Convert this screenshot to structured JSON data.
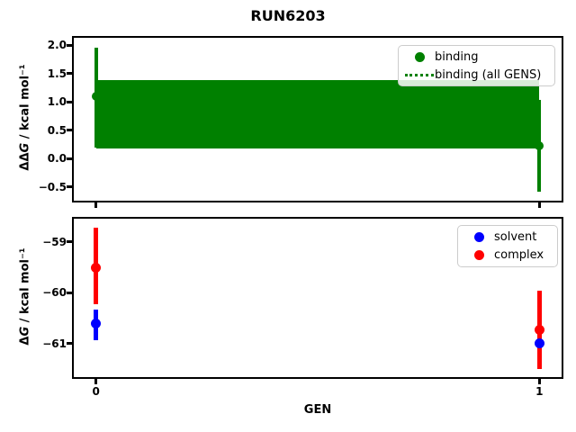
{
  "title": "RUN6203",
  "colors": {
    "binding": "#008000",
    "solvent": "#0000ff",
    "complex": "#ff0000",
    "axes": "#000000",
    "legend_border": "#cccccc"
  },
  "chart_data": [
    {
      "type": "errorbar",
      "title": "RUN6203",
      "ylabel": "ΔΔG / kcal mol⁻¹",
      "ylabel_parts": {
        "prefix": "ΔΔ",
        "italic": "G",
        "suffix": " / kcal mol⁻¹"
      },
      "xlabel": "",
      "xlim": [
        -0.05,
        1.05
      ],
      "ylim": [
        -0.74,
        2.13
      ],
      "grid": false,
      "yticks": [
        {
          "value": 2.0,
          "label": "2.0"
        },
        {
          "value": 1.5,
          "label": "1.5"
        },
        {
          "value": 1.0,
          "label": "1.0"
        },
        {
          "value": 0.5,
          "label": "0.5"
        },
        {
          "value": 0.0,
          "label": "0.0"
        },
        {
          "value": -0.5,
          "label": "−0.5"
        }
      ],
      "xticks": [
        {
          "value": 0,
          "label": ""
        },
        {
          "value": 1,
          "label": ""
        }
      ],
      "series": [
        {
          "name": "binding",
          "color": "#008000",
          "points": [
            {
              "x": 0,
              "y": 1.1,
              "err_lo": 0.2,
              "err_hi": 1.95
            },
            {
              "x": 1,
              "y": 0.23,
              "err_lo": -0.58,
              "err_hi": 1.04
            }
          ]
        }
      ],
      "band": {
        "name": "binding (all GENS)",
        "color": "#008000",
        "x_start": 0,
        "x_end": 1,
        "y_lo": 0.18,
        "y_hi": 1.38,
        "mean": 0.78,
        "line_style": "dotted"
      },
      "legend_position": "upper right",
      "legend": [
        {
          "label": "binding",
          "color": "#008000",
          "marker": "dot"
        },
        {
          "label": "binding (all GENS)",
          "color": "#008000",
          "marker": "dotted-line"
        }
      ]
    },
    {
      "type": "errorbar",
      "xlabel": "GEN",
      "ylabel": "ΔG / kcal mol⁻¹",
      "ylabel_parts": {
        "prefix": "Δ",
        "italic": "G",
        "suffix": " / kcal mol⁻¹"
      },
      "xlim": [
        -0.05,
        1.05
      ],
      "ylim": [
        -61.66,
        -58.54
      ],
      "grid": false,
      "yticks": [
        {
          "value": -59,
          "label": "−59"
        },
        {
          "value": -60,
          "label": "−60"
        },
        {
          "value": -61,
          "label": "−61"
        }
      ],
      "xticks": [
        {
          "value": 0,
          "label": "0"
        },
        {
          "value": 1,
          "label": "1"
        }
      ],
      "series": [
        {
          "name": "solvent",
          "color": "#0000ff",
          "points": [
            {
              "x": 0,
              "y": -60.6,
              "err_lo": -60.93,
              "err_hi": -60.33
            },
            {
              "x": 1,
              "y": -61.0,
              "err_lo": -61.18,
              "err_hi": -60.85
            }
          ]
        },
        {
          "name": "complex",
          "color": "#ff0000",
          "points": [
            {
              "x": 0,
              "y": -59.5,
              "err_lo": -60.22,
              "err_hi": -58.72
            },
            {
              "x": 1,
              "y": -60.73,
              "err_lo": -61.5,
              "err_hi": -59.96
            }
          ]
        }
      ],
      "legend_position": "upper right",
      "legend": [
        {
          "label": "solvent",
          "color": "#0000ff",
          "marker": "dot"
        },
        {
          "label": "complex",
          "color": "#ff0000",
          "marker": "dot"
        }
      ]
    }
  ]
}
